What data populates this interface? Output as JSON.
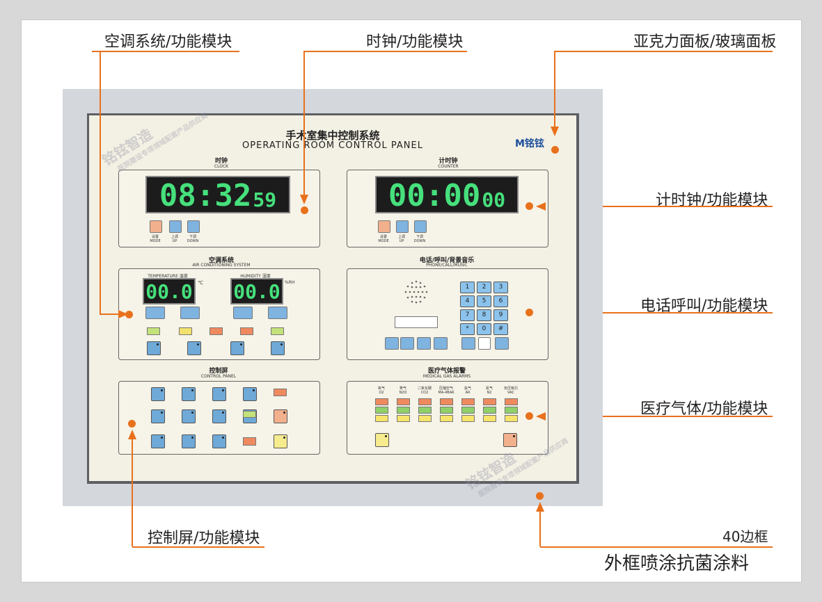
{
  "callouts": {
    "ac": "空调系统/功能模块",
    "clock": "时钟/功能模块",
    "acrylic": "亚克力面板/玻璃面板",
    "counter": "计时钟/功能模块",
    "phone": "电话呼叫/功能模块",
    "gas": "医疗气体/功能模块",
    "control": "控制屏/功能模块",
    "frame40": "40边框",
    "coating": "外框喷涂抗菌涂料"
  },
  "panel": {
    "title_cn": "手术室集中控制系统",
    "title_en": "OPERATING ROOM CONTROL PANEL",
    "logo": "M铭铉",
    "clock": {
      "cn": "时钟",
      "en": "CLOCK",
      "display_main": "08:32",
      "display_sec": "59"
    },
    "counter": {
      "cn": "计时钟",
      "en": "COUNTER",
      "display_main": "00:00",
      "display_sec": "00"
    },
    "buttons": {
      "mode_cn": "设置",
      "mode_en": "MODE",
      "up_cn": "上调",
      "up_en": "UP",
      "down_cn": "下调",
      "down_en": "DOWN"
    },
    "ac": {
      "cn": "空调系统",
      "en": "AIR CONDITIONING SYSTEM",
      "temp_label": "TEMPERATURE 温度",
      "temp_value": "00.0",
      "temp_unit": "℃",
      "hum_label": "HUMIDITY 湿度",
      "hum_value": "00.0",
      "hum_unit": "%RH"
    },
    "phone": {
      "cn": "电话/呼叫/背景音乐",
      "en": "PHONE/CALL/MUSIC",
      "keys": [
        "1",
        "2",
        "3",
        "4",
        "5",
        "6",
        "7",
        "8",
        "9",
        "*",
        "0",
        "#"
      ]
    },
    "control": {
      "cn": "控制屏",
      "en": "CONTROL PANEL"
    },
    "gas": {
      "cn": "医疗气体报警",
      "en": "MEDICAL GAS ALARMS",
      "gases": [
        {
          "cn": "氧气",
          "en": "O2"
        },
        {
          "cn": "笑气",
          "en": "N2O"
        },
        {
          "cn": "二氧化碳",
          "en": "CO2"
        },
        {
          "cn": "压缩空气",
          "en": "MA-4BAR"
        },
        {
          "cn": "氩气",
          "en": "AR"
        },
        {
          "cn": "氮气",
          "en": "N2"
        },
        {
          "cn": "负压吸引",
          "en": "VAC"
        }
      ]
    },
    "watermark_brand": "铭铉智造",
    "watermark_sub": "医院建设专项领域配套产品供应商"
  },
  "colors": {
    "accent": "#e8711c",
    "panel": "#f3f0e4",
    "segment": "#46e07c",
    "key": "#8cc3ec"
  }
}
